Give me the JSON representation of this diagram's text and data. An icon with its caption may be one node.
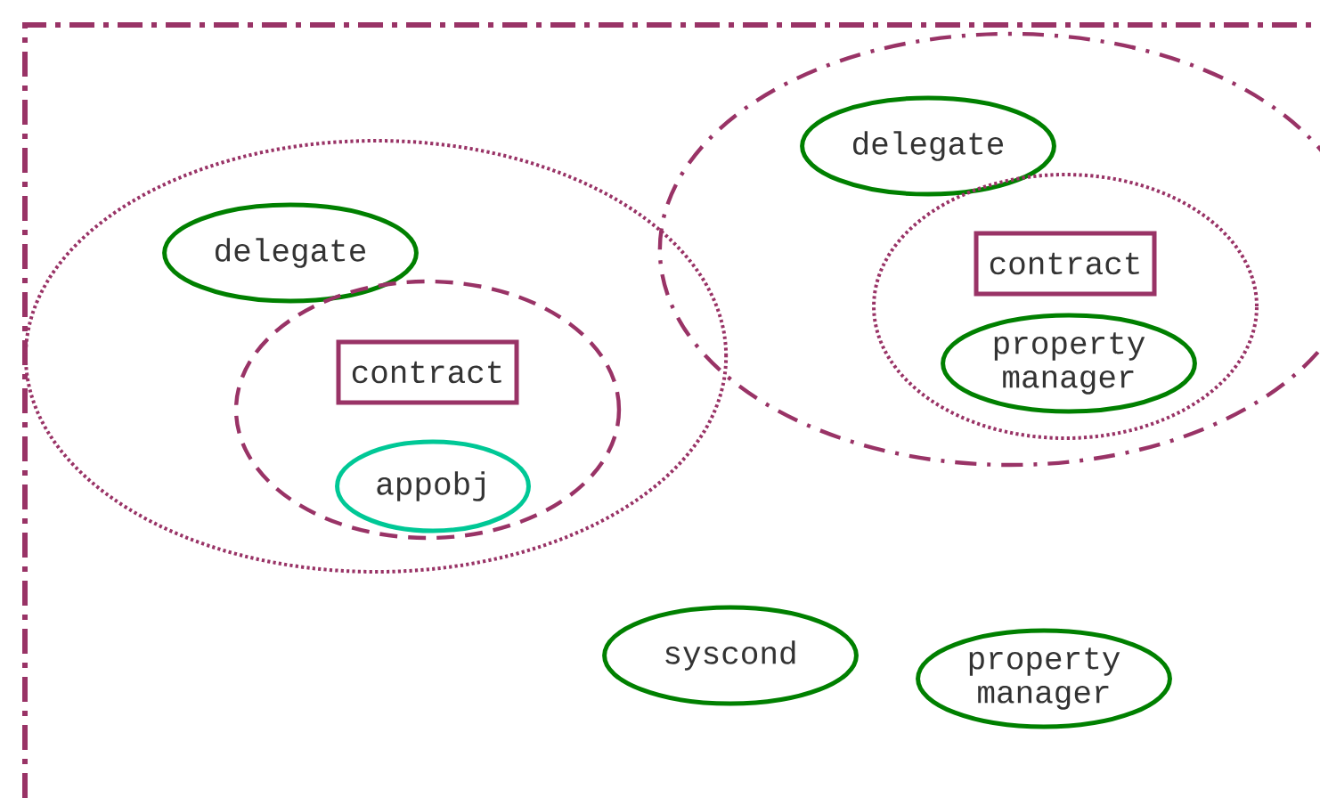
{
  "diagram": {
    "nodes": [
      {
        "text": [],
        "shape": "box"
      },
      {
        "text": [],
        "shape": "ellipse",
        "in": 0
      },
      {
        "text": [
          "delegate"
        ],
        "in": 1
      },
      {
        "text": [],
        "shape": "circle",
        "in": 1
      },
      {
        "text": [
          "contract"
        ],
        "in": 3
      },
      {
        "text": [
          "appobj"
        ],
        "in": 3
      },
      {
        "text": [],
        "shape": "ellipse",
        "in": 0
      },
      {
        "text": [
          "delegate"
        ],
        "in": 6
      },
      {
        "text": [],
        "shape": "circle",
        "in": 6
      },
      {
        "text": [
          "contract"
        ],
        "in": 8
      },
      {
        "text": [
          "property manager"
        ],
        "in": 8
      },
      {
        "text": [
          "syscond"
        ],
        "in": 0
      },
      {
        "text": [
          "property manager"
        ],
        "in": 0
      }
    ]
  }
}
